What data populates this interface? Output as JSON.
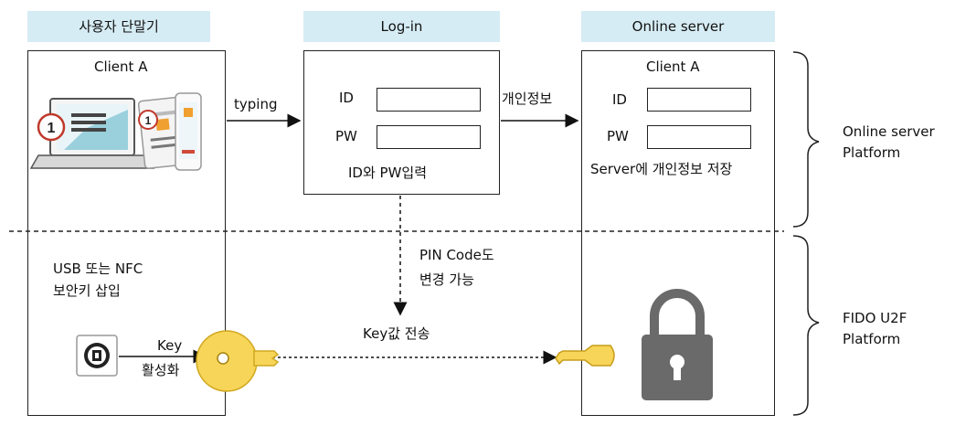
{
  "columns": {
    "device": {
      "header": "사용자 단말기",
      "title": "Client A",
      "registration_note": [
        "USB 또는 NFC",
        "보안키 삽입"
      ],
      "activate_label": [
        "Key",
        "활성화"
      ]
    },
    "login": {
      "header": "Log-in",
      "id_label": "ID",
      "pw_label": "PW",
      "caption": "ID와 PW입력"
    },
    "server": {
      "header": "Online server",
      "title": "Client A",
      "id_label": "ID",
      "pw_label": "PW",
      "caption": "Server에 개인정보 저장"
    }
  },
  "flows": {
    "typing": "typing",
    "personal_info": "개인정보",
    "pin_change": [
      "PIN Code도",
      "변경 가능"
    ],
    "key_transfer": "Key값 전송"
  },
  "platforms": {
    "online": [
      "Online server",
      "Platform"
    ],
    "fido": [
      "FIDO U2F",
      "Platform"
    ]
  },
  "colors": {
    "header_bg": "#d6ecf4",
    "key_fill": "#f7d558",
    "lock_fill": "#6a6a6a"
  },
  "icons": [
    "laptop-icon",
    "phone-icon",
    "usb-key-icon",
    "key-icon",
    "lock-icon",
    "brace-icon"
  ]
}
